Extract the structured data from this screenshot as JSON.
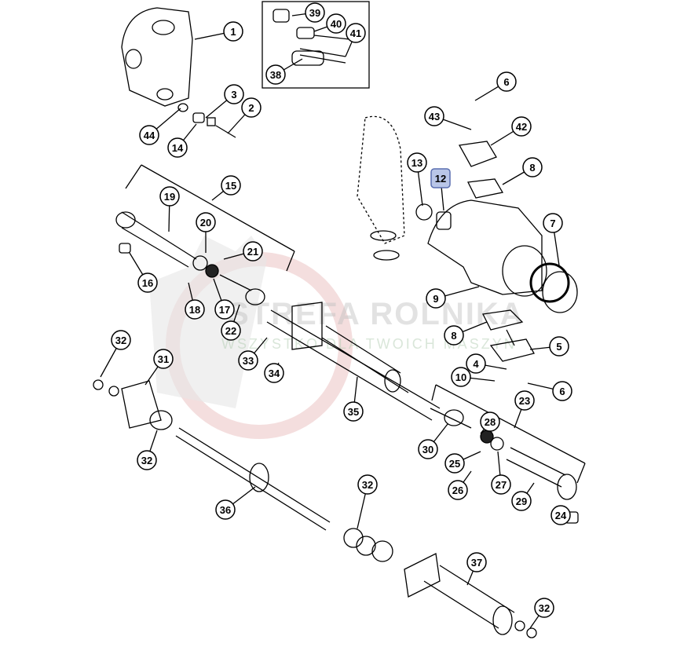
{
  "watermark": {
    "brand": "STREFA ROLNIKA",
    "tagline": "WSZYSTKO DLA TWOICH MASZYN"
  },
  "colors": {
    "line": "#000000",
    "highlight_fill": "#b9c6e8",
    "highlight_stroke": "#5a6fb0",
    "watermark_red": "#e8b0b0"
  },
  "highlighted_callout": "12",
  "callouts": [
    "1",
    "39",
    "40",
    "41",
    "38",
    "3",
    "2",
    "44",
    "14",
    "6",
    "43",
    "42",
    "13",
    "12",
    "8",
    "15",
    "19",
    "20",
    "21",
    "16",
    "18",
    "17",
    "22",
    "7",
    "9",
    "8",
    "5",
    "33",
    "34",
    "32",
    "31",
    "4",
    "10",
    "6",
    "23",
    "35",
    "28",
    "32",
    "30",
    "25",
    "26",
    "27",
    "29",
    "24",
    "36",
    "32",
    "37",
    "32"
  ]
}
